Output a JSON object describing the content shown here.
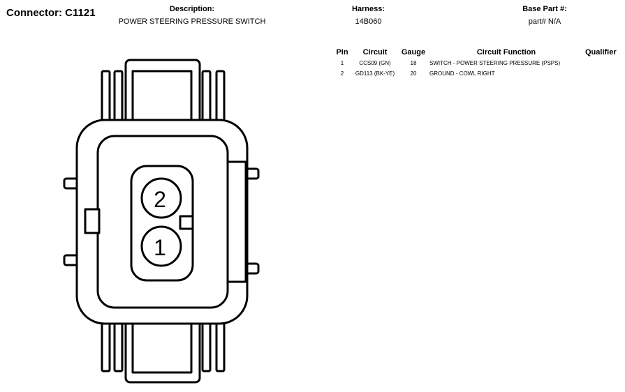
{
  "connector": {
    "label": "Connector: C1121"
  },
  "description": {
    "header": "Description:",
    "value": "POWER STEERING PRESSURE SWITCH"
  },
  "harness": {
    "header": "Harness:",
    "value": "14B060"
  },
  "base_part": {
    "header": "Base Part #:",
    "value": "part# N/A"
  },
  "pin_table": {
    "headers": {
      "pin": "Pin",
      "circuit": "Circuit",
      "gauge": "Gauge",
      "function": "Circuit Function",
      "qualifier": "Qualifier"
    },
    "rows": [
      {
        "pin": "1",
        "circuit": "CCS09 (GN)",
        "gauge": "18",
        "function": "SWITCH - POWER STEERING PRESSURE (PSPS)"
      },
      {
        "pin": "2",
        "circuit": "GD113 (BK-YE)",
        "gauge": "20",
        "function": "GROUND - COWL RIGHT"
      }
    ]
  },
  "diagram": {
    "pin_labels": [
      "2",
      "1"
    ]
  }
}
